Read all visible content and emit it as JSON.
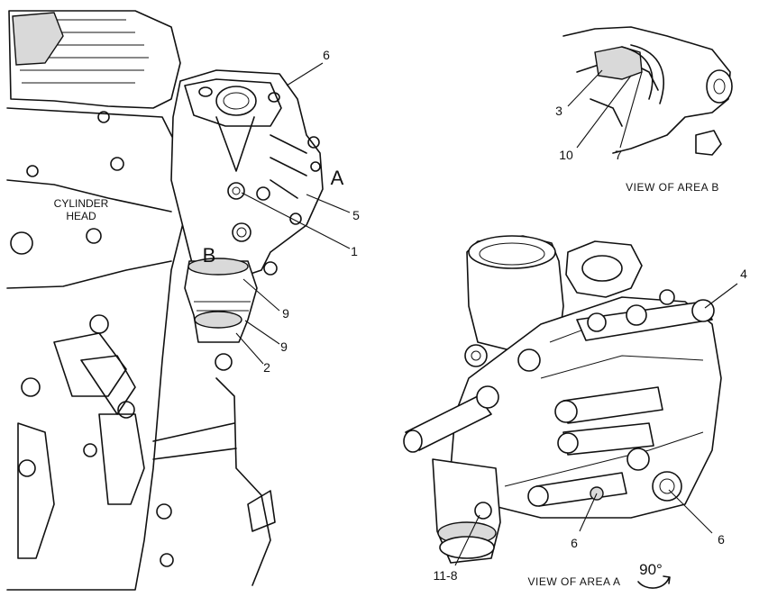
{
  "main_view": {
    "cylinder_head_label": [
      "CYLINDER",
      "HEAD"
    ],
    "area_a_marker": "A",
    "area_b_marker": "B",
    "callouts": [
      "6",
      "5",
      "1",
      "9",
      "9",
      "2"
    ]
  },
  "view_area_b": {
    "title": "VIEW OF AREA  B",
    "callouts": [
      "3",
      "10",
      "7"
    ]
  },
  "view_area_a": {
    "title": "VIEW OF AREA  A",
    "rotation": "90°",
    "callouts": [
      "4",
      "6",
      "6",
      "11-8"
    ]
  }
}
